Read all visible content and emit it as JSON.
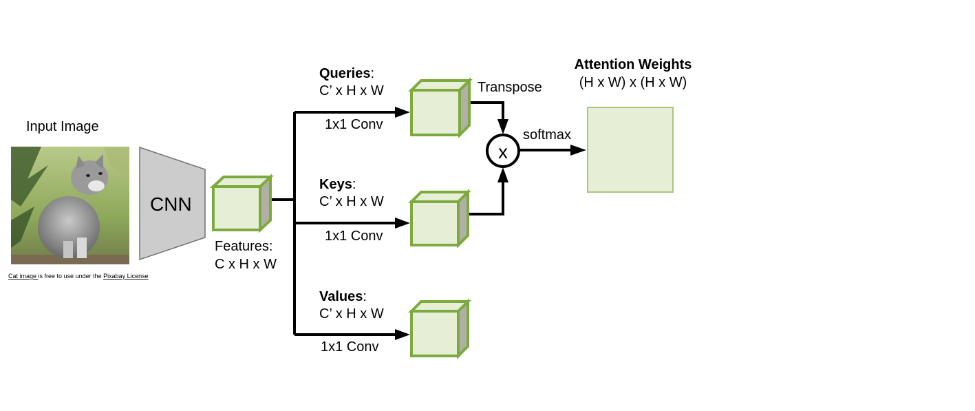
{
  "input": {
    "label": "Input Image",
    "credit_link_1": "Cat image ",
    "credit_middle": "is free to use under the ",
    "credit_link_2": "Pixabay License"
  },
  "cnn": {
    "label": "CNN"
  },
  "features": {
    "label": "Features:",
    "shape": "C x H x W"
  },
  "queries": {
    "label": "Queries",
    "colon": ":",
    "shape": "C’ x H x W",
    "conv": "1x1 Conv"
  },
  "keys": {
    "label": "Keys",
    "colon": ":",
    "shape": "C’ x H x W",
    "conv": "1x1 Conv"
  },
  "values": {
    "label": "Values",
    "colon": ":",
    "shape": "C’ x H x W",
    "conv": "1x1 Conv"
  },
  "transpose": {
    "label": "Transpose"
  },
  "multiply": {
    "symbol": "x"
  },
  "softmax": {
    "label": "softmax"
  },
  "attention": {
    "title": "Attention Weights",
    "shape": "(H x W) x (H x W)"
  },
  "colors": {
    "box_fill": "#e6efd6",
    "box_stroke": "#7daa3e",
    "cube_side": "#b0b0a6",
    "cnn_fill": "#cccccc",
    "arrow": "#000000"
  }
}
